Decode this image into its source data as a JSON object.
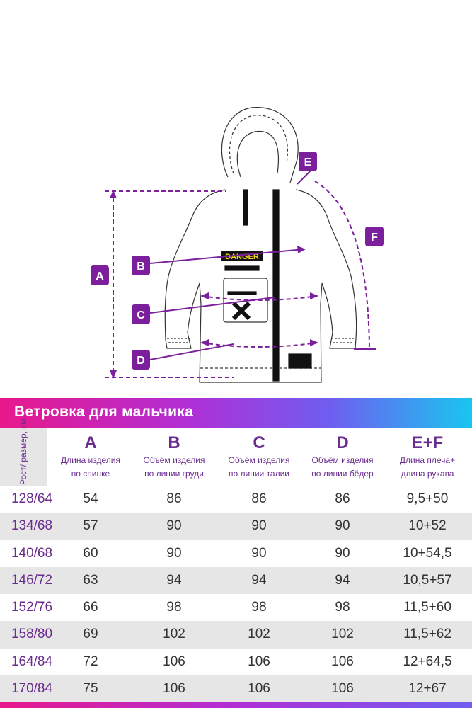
{
  "title": "Ветровка для мальчика",
  "diagram": {
    "labels": [
      "A",
      "B",
      "C",
      "D",
      "E",
      "F"
    ],
    "patch_text": "DANGER",
    "accent_color": "#7b1f9c"
  },
  "table": {
    "size_header": "Рост/ размер, см",
    "columns": [
      {
        "letter": "A",
        "desc1": "Длина изделия",
        "desc2": "по спинке"
      },
      {
        "letter": "B",
        "desc1": "Объём изделия",
        "desc2": "по линии груди"
      },
      {
        "letter": "C",
        "desc1": "Объём изделия",
        "desc2": "по линии талии"
      },
      {
        "letter": "D",
        "desc1": "Объём изделия",
        "desc2": "по линии бёдер"
      },
      {
        "letter": "E+F",
        "desc1": "Длина плеча+",
        "desc2": "длина рукава"
      }
    ],
    "rows": [
      {
        "size": "128/64",
        "a": "54",
        "b": "86",
        "c": "86",
        "d": "86",
        "ef": "9,5+50"
      },
      {
        "size": "134/68",
        "a": "57",
        "b": "90",
        "c": "90",
        "d": "90",
        "ef": "10+52"
      },
      {
        "size": "140/68",
        "a": "60",
        "b": "90",
        "c": "90",
        "d": "90",
        "ef": "10+54,5"
      },
      {
        "size": "146/72",
        "a": "63",
        "b": "94",
        "c": "94",
        "d": "94",
        "ef": "10,5+57"
      },
      {
        "size": "152/76",
        "a": "66",
        "b": "98",
        "c": "98",
        "d": "98",
        "ef": "11,5+60"
      },
      {
        "size": "158/80",
        "a": "69",
        "b": "102",
        "c": "102",
        "d": "102",
        "ef": "11,5+62"
      },
      {
        "size": "164/84",
        "a": "72",
        "b": "106",
        "c": "106",
        "d": "106",
        "ef": "12+64,5"
      },
      {
        "size": "170/84",
        "a": "75",
        "b": "106",
        "c": "106",
        "d": "106",
        "ef": "12+67"
      }
    ]
  }
}
